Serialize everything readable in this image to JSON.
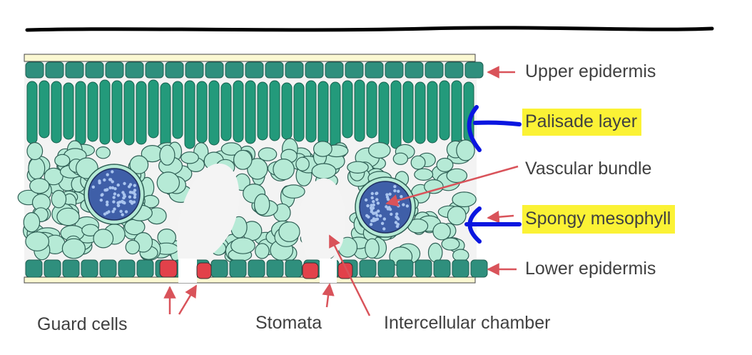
{
  "labels": {
    "upper_epidermis": "Upper epidermis",
    "palisade_layer": "Palisade layer",
    "vascular_bundle": "Vascular bundle",
    "spongy_mesophyll": "Spongy mesophyll",
    "lower_epidermis": "Lower epidermis",
    "guard_cells": "Guard cells",
    "stomata": "Stomata",
    "intercellular_chamber": "Intercellular chamber"
  },
  "highlighted": [
    "palisade_layer",
    "spongy_mesophyll"
  ],
  "colors": {
    "highlight": "#fbf235",
    "annotation_arrow": "#0a16e0",
    "label_arrow": "#d9535a",
    "epidermis_cell": "#2f8f7d",
    "palisade_cell": "#239a7b",
    "spongy_cell": "#b6ead6",
    "vascular_bundle": "#3f5fa8",
    "guard_cell": "#e2414a",
    "cuticle": "#fbf8d2"
  }
}
